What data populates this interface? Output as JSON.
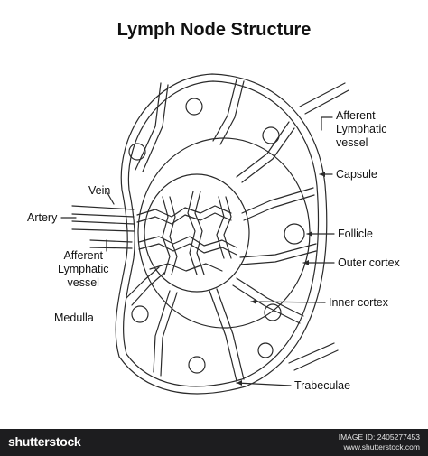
{
  "title": "Lymph Node Structure",
  "labels": {
    "afferent_right": [
      "Afferent",
      "Lymphatic",
      "vessel"
    ],
    "capsule": "Capsule",
    "vein": "Vein",
    "artery": "Artery",
    "follicle": "Follicle",
    "afferent_left": [
      "Afferent",
      "Lymphatic",
      "vessel"
    ],
    "outer_cortex": "Outer cortex",
    "inner_cortex": "Inner cortex",
    "medulla": "Medulla",
    "trabeculae": "Trabeculae"
  },
  "footer": {
    "brand": "shutterstock",
    "image_id": "IMAGE ID: 2405277453",
    "site": "www.shutterstock.com"
  },
  "colors": {
    "line": "#2a2a2a",
    "footer_bg": "#1d1d1f"
  }
}
